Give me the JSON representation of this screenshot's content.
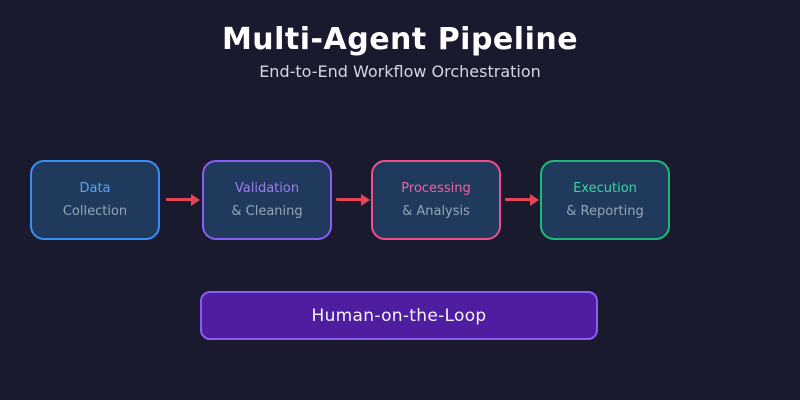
{
  "header": {
    "title": "Multi-Agent Pipeline",
    "subtitle": "End-to-End Workflow Orchestration"
  },
  "pipeline": {
    "arrow_color": "#e64458",
    "stages": [
      {
        "label": "Data",
        "sublabel": "Collection",
        "accent": "#3b8df6",
        "label_color": "#5ba2f7"
      },
      {
        "label": "Validation",
        "sublabel": "& Cleaning",
        "accent": "#8b5cf6",
        "label_color": "#9f7cf2"
      },
      {
        "label": "Processing",
        "sublabel": "& Analysis",
        "accent": "#ee4f8d",
        "label_color": "#ef61a2"
      },
      {
        "label": "Execution",
        "sublabel": "& Reporting",
        "accent": "#1fb978",
        "label_color": "#3cd4a0"
      }
    ]
  },
  "human_loop": {
    "label": "Human-on-the-Loop",
    "fill": "#4f1da0",
    "border": "#8b5cf6"
  },
  "colors": {
    "background": "#1a1a2e",
    "stage_fill": "#1f3a5c",
    "secondary_text": "#98a4b6",
    "title": "#ffffff",
    "subtitle": "#d6d6e0"
  }
}
